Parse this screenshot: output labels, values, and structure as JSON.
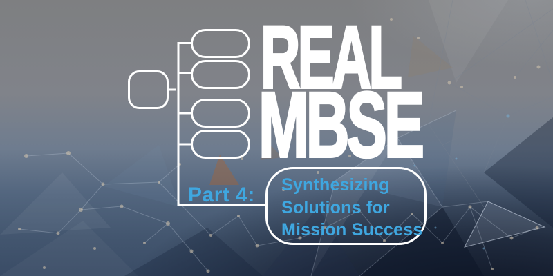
{
  "title": {
    "line1": "REAL",
    "line2": "MBSE"
  },
  "part": {
    "label": "Part 4:"
  },
  "subtitle": {
    "lines": [
      "Synthesizing",
      "Solutions for",
      "Mission Success"
    ]
  },
  "diagram": {
    "type": "tree",
    "root_count": 1,
    "child_count": 4
  },
  "colors": {
    "accent_blue": "#3fa7e0",
    "diagram_white": "#ffffff",
    "bg_top_gray": "#7e7f81",
    "bg_bottom_navy": "#141f36"
  }
}
